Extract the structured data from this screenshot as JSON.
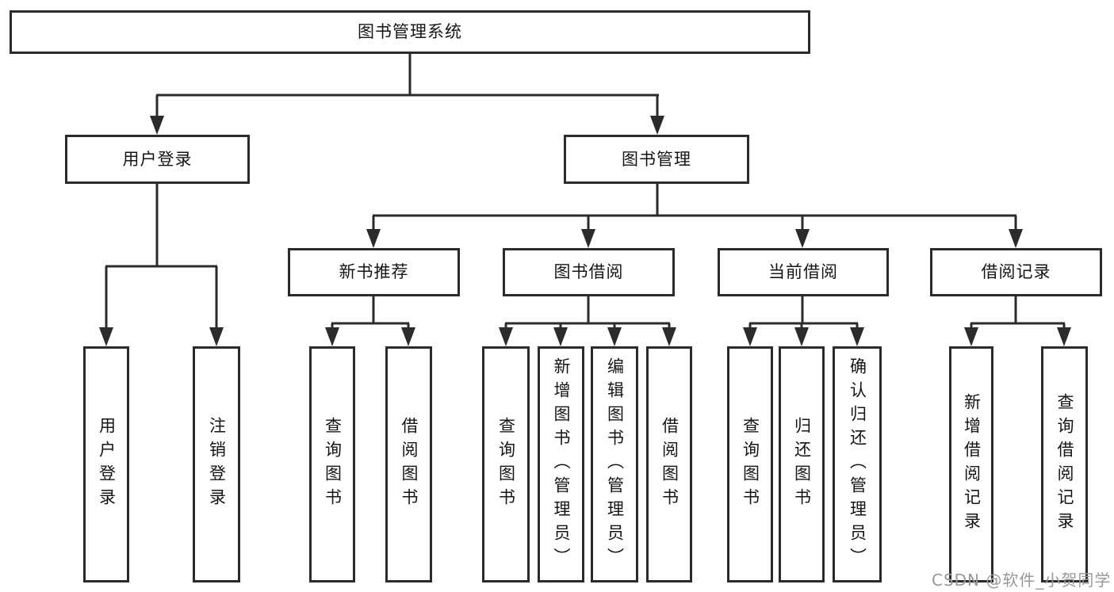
{
  "nodes": {
    "root": "图书管理系统",
    "user_login": "用户登录",
    "book_management": "图书管理",
    "new_book_recommend": "新书推荐",
    "book_borrowing": "图书借阅",
    "current_borrowing": "当前借阅",
    "borrowing_records": "借阅记录",
    "leaf_user_login": "用户登录",
    "leaf_logout": "注销登录",
    "leaf_query_books_a": "查询图书",
    "leaf_borrow_books_a": "借阅图书",
    "leaf_query_books_b": "查询图书",
    "leaf_add_book_admin": "新增图书（管理员）",
    "leaf_edit_book_admin": "编辑图书（管理员）",
    "leaf_borrow_books_b": "借阅图书",
    "leaf_query_books_c": "查询图书",
    "leaf_return_books": "归还图书",
    "leaf_confirm_return_admin": "确认归还（管理员）",
    "leaf_add_borrow_record": "新增借阅记录",
    "leaf_query_borrow_record": "查询借阅记录"
  },
  "watermark": "CSDN @软件_小贺同学",
  "colors": {
    "line": "#2b2b2b",
    "text": "#151515",
    "watermark": "#999999",
    "background": "#ffffff"
  }
}
